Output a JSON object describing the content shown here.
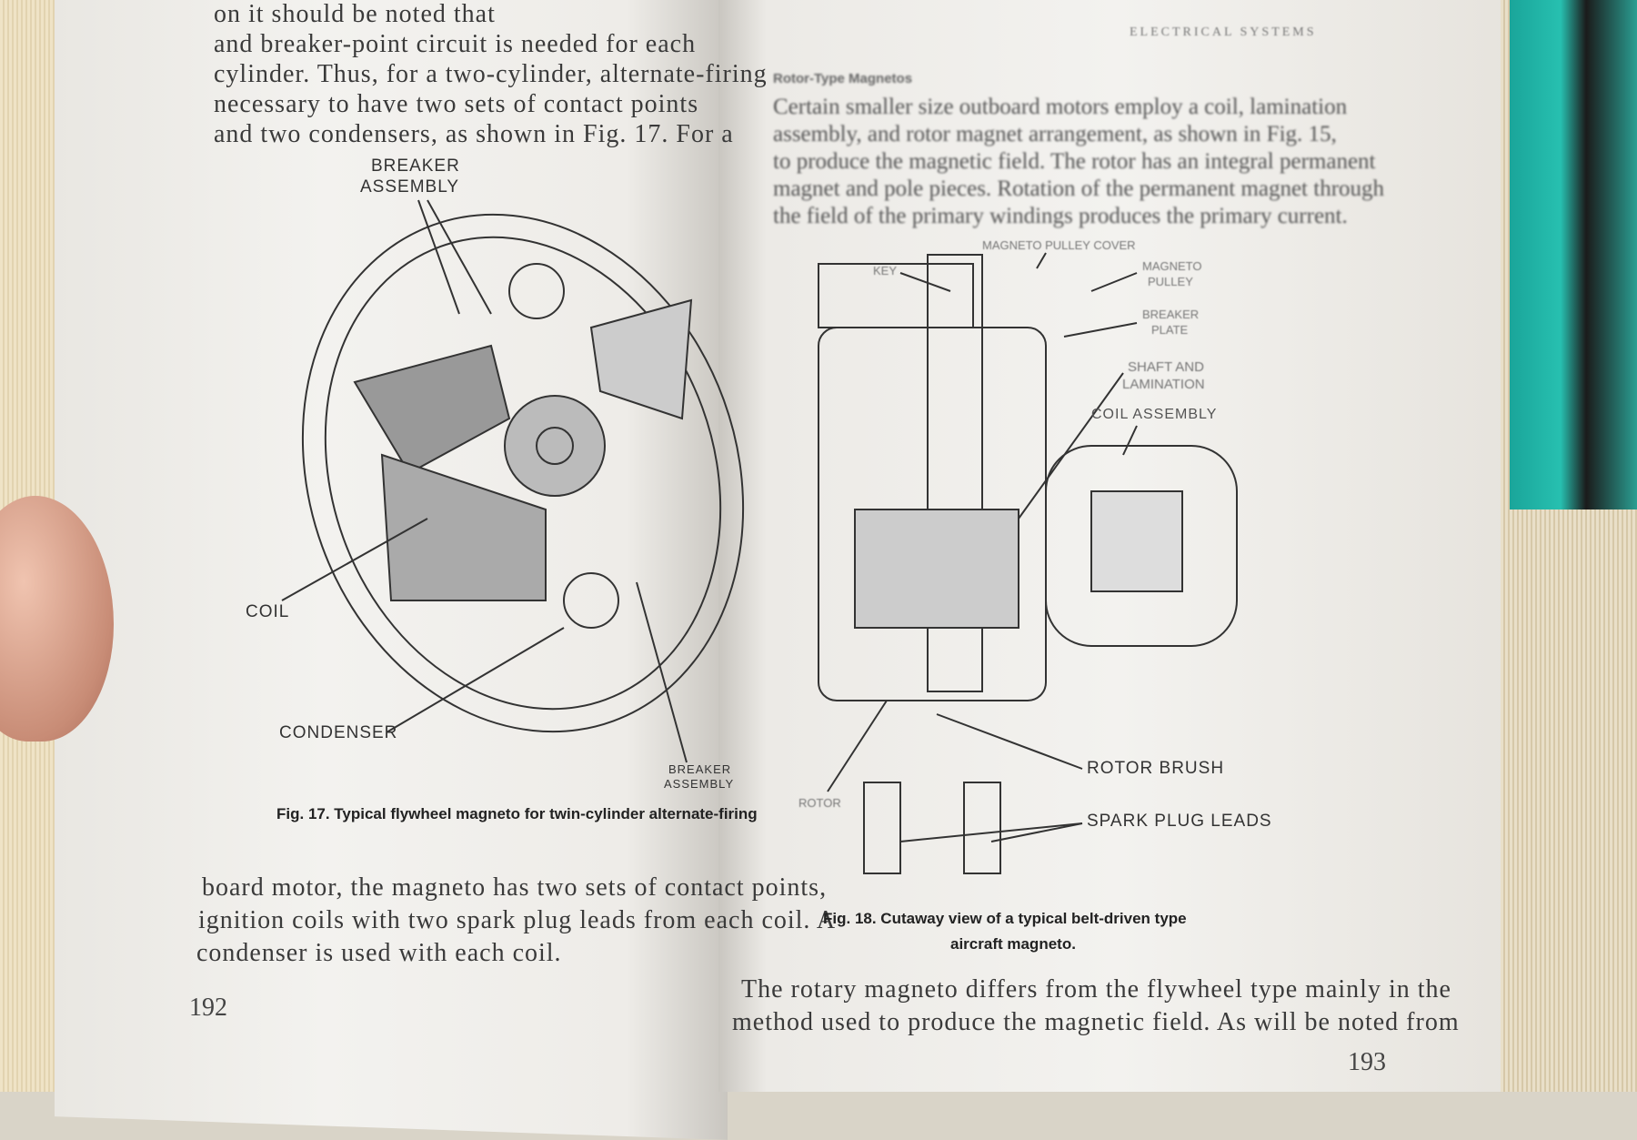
{
  "left_page": {
    "top_text": [
      "on it should be noted that",
      "and breaker-point circuit is needed for each",
      "cylinder. Thus, for a two-cylinder, alternate-firing",
      "necessary to have two sets of contact points",
      "and two condensers, as shown in Fig. 17. For a"
    ],
    "figure_labels": {
      "breaker_assembly_top": [
        "BREAKER",
        "ASSEMBLY"
      ],
      "coil": "COIL",
      "condenser": "CONDENSER",
      "breaker_assembly_bottom": [
        "BREAKER",
        "ASSEMBLY"
      ]
    },
    "caption": "Fig. 17. Typical flywheel magneto for twin-cylinder alternate-firing",
    "body_text": [
      "board motor, the magneto has two sets of contact points,",
      "ignition coils with two spark plug leads from each coil. A",
      "condenser is used with each coil."
    ],
    "page_number": "192"
  },
  "right_page": {
    "running_head": "ELECTRICAL SYSTEMS",
    "section_heading": "Rotor-Type Magnetos",
    "intro_text": [
      "Certain smaller size outboard motors employ a coil, lamination",
      "assembly, and rotor magnet arrangement, as shown in Fig. 15,",
      "to produce the magnetic field. The rotor has an integral permanent",
      "magnet and pole pieces. Rotation of the permanent magnet through",
      "the field of the primary windings produces the primary current."
    ],
    "figure_labels": {
      "pulley_cover": "MAGNETO PULLEY COVER",
      "key": "KEY",
      "magneto_pulley": [
        "MAGNETO",
        "PULLEY"
      ],
      "breaker_plate": [
        "BREAKER",
        "PLATE"
      ],
      "shaft_lamination": [
        "SHAFT AND",
        "LAMINATION"
      ],
      "coil_assembly": "COIL ASSEMBLY",
      "rotor_brush": "ROTOR BRUSH",
      "rotor": "ROTOR",
      "spark_plug_leads": "SPARK PLUG LEADS"
    },
    "caption": [
      "Fig. 18. Cutaway view of a typical belt-driven type",
      "aircraft magneto."
    ],
    "body_text": [
      "The rotary magneto differs from the flywheel type mainly in the",
      "method used to produce the magnetic field. As will be noted from"
    ],
    "page_number": "193"
  }
}
